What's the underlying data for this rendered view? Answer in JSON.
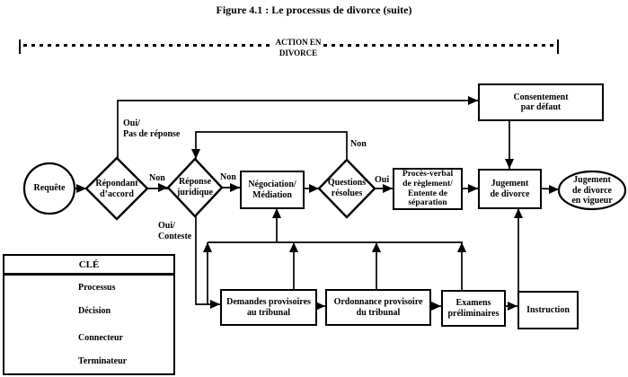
{
  "title": "Figure 4.1 : Le processus de divorce (suite)",
  "band": {
    "lines": [
      "ACTION EN",
      "DIVORCE"
    ]
  },
  "nodes": {
    "requete": {
      "label": "Requête"
    },
    "repondant_accord": {
      "lines": [
        "Répondant",
        "d’accord"
      ]
    },
    "reponse_juridique": {
      "lines": [
        "Réponse",
        "juridique"
      ]
    },
    "negociation_mediation": {
      "lines": [
        "Négociation/",
        "Médiation"
      ]
    },
    "questions_resolues": {
      "lines": [
        "Questions",
        "résolues"
      ]
    },
    "proces_verbal": {
      "lines": [
        "Procès-verbal",
        "de règlement/",
        "Entente de",
        "séparation"
      ]
    },
    "jugement_divorce": {
      "lines": [
        "Jugement",
        "de divorce"
      ]
    },
    "jugement_vigueur": {
      "lines": [
        "Jugement",
        "de divorce",
        "en vigueur"
      ]
    },
    "consentement_defaut": {
      "lines": [
        "Consentement",
        "par défaut"
      ]
    },
    "demandes_provisoires": {
      "lines": [
        "Demandes provisoires",
        "au tribunal"
      ]
    },
    "ordonnance_provisoire": {
      "lines": [
        "Ordonnance provisoire",
        "du tribunal"
      ]
    },
    "examens_preliminaires": {
      "lines": [
        "Examens",
        "préliminaires"
      ]
    },
    "instruction": {
      "label": "Instruction"
    }
  },
  "edge_labels": {
    "oui_pas_de_reponse": [
      "Oui/",
      "Pas de réponse"
    ],
    "non_repondant": "Non",
    "non_reponse": "Non",
    "oui_conteste": [
      "Oui/",
      "Conteste"
    ],
    "non_questions": "Non",
    "oui_questions": "Oui"
  },
  "legend": {
    "header": "CLÉ",
    "items": [
      {
        "shape": "rectangle",
        "label": "Processus"
      },
      {
        "shape": "diamond",
        "label": "Décision"
      },
      {
        "shape": "small-ellipse",
        "label": "Connecteur"
      },
      {
        "shape": "large-ellipse",
        "label": "Terminateur"
      }
    ]
  },
  "colors": {
    "ink": "#000000",
    "background": "#ffffff"
  }
}
